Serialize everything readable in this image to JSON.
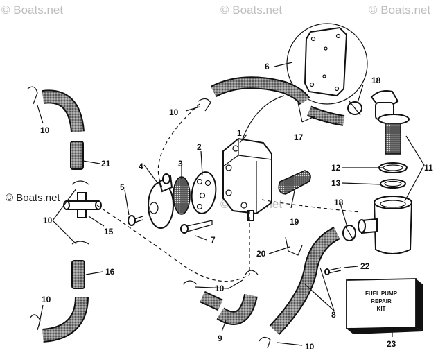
{
  "watermarks": {
    "top_left": "© Boats.net",
    "top_middle": "© Boats.net",
    "top_right": "© Boats.net",
    "mid_left": "© Boats.net",
    "mid_center": "© Boats.net"
  },
  "callouts": {
    "c1": "1",
    "c2": "2",
    "c3": "3",
    "c4": "4",
    "c5": "5",
    "c6": "6",
    "c7": "7",
    "c8": "8",
    "c9": "9",
    "c10a": "10",
    "c10b": "10",
    "c10c": "10",
    "c10d": "10",
    "c10e": "10",
    "c10f": "10",
    "c11": "11",
    "c12": "12",
    "c13": "13",
    "c15": "15",
    "c16": "16",
    "c17": "17",
    "c18a": "18",
    "c18b": "18",
    "c19": "19",
    "c20": "20",
    "c21": "21",
    "c22": "22",
    "c23": "23"
  },
  "kit_box": {
    "line1": "FUEL PUMP",
    "line2": "REPAIR",
    "line3": "KIT"
  },
  "colors": {
    "ink": "#111111",
    "watermark": "#bdbdbd",
    "hose_fill": "#8a8a8a"
  }
}
